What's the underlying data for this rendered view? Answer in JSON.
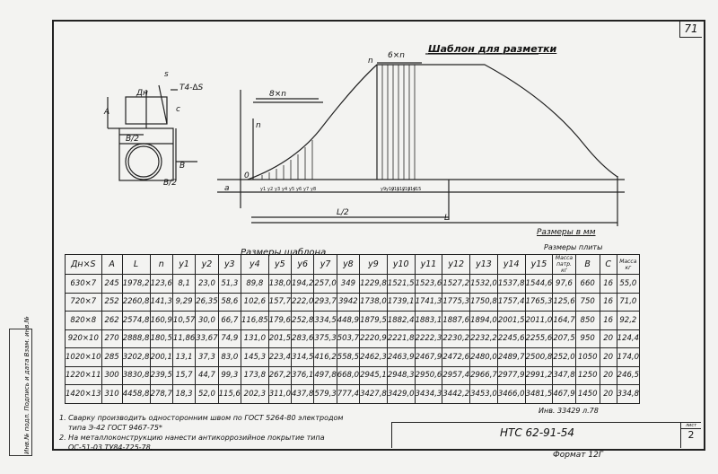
{
  "page_number": "71",
  "template_title": "Шаблон для разметки",
  "sizes_in_mm": "Размеры в мм",
  "drawing_labels": {
    "s": "s",
    "dn": "Дн",
    "weld": "T4-∆S",
    "c": "c",
    "a": "A",
    "b": "B",
    "b_half": "B/2",
    "b_half_top": "B/2",
    "eight_n": "8×n",
    "six_n": "6×n",
    "n1": "n",
    "n2": "n",
    "zero": "0",
    "a_dim": "a",
    "l_half": "L/2",
    "l": "L",
    "y_left": [
      "y1",
      "y2",
      "y3",
      "y4",
      "y5",
      "y6",
      "y7",
      "y8"
    ],
    "y_right": [
      "y9",
      "y10",
      "y11",
      "y12",
      "y13",
      "y14",
      "y15"
    ]
  },
  "table": {
    "title": "Размеры шаблона",
    "plate_title": "Размеры плиты",
    "headers": [
      "Дн×S",
      "A",
      "L",
      "n",
      "y1",
      "y2",
      "y3",
      "y4",
      "y5",
      "y6",
      "y7",
      "y8",
      "y9",
      "y10",
      "y11",
      "y12",
      "y13",
      "y14",
      "y15",
      "Масса патр. кг",
      "B",
      "C",
      "Масса кг"
    ],
    "rows": [
      [
        "630×7",
        "245",
        "1978,2",
        "123,6",
        "8,1",
        "23,0",
        "51,3",
        "89,8",
        "138,0",
        "194,2",
        "257,0",
        "349",
        "1229,8",
        "1521,5",
        "1523,6",
        "1527,2",
        "1532,0",
        "1537,8",
        "1544,6",
        "97,6",
        "660",
        "16",
        "55,0"
      ],
      [
        "720×7",
        "252",
        "2260,8",
        "141,3",
        "9,29",
        "26,35",
        "58,6",
        "102,6",
        "157,7",
        "222,0",
        "293,7",
        "3942",
        "1738,0",
        "1739,1",
        "1741,3",
        "1775,3",
        "1750,8",
        "1757,4",
        "1765,3",
        "125,6",
        "750",
        "16",
        "71,0"
      ],
      [
        "820×8",
        "262",
        "2574,8",
        "160,9",
        "10,57",
        "30,0",
        "66,7",
        "116,85",
        "179,6",
        "252,8",
        "334,5",
        "448,9",
        "1879,5",
        "1882,4",
        "1883,1",
        "1887,6",
        "1894,0",
        "2001,5",
        "2011,0",
        "164,7",
        "850",
        "16",
        "92,2"
      ],
      [
        "920×10",
        "270",
        "2888,8",
        "180,5",
        "11,86",
        "33,67",
        "74,9",
        "131,0",
        "201,5",
        "283,6",
        "375,3",
        "503,7",
        "2220,9",
        "2221,8",
        "2222,3",
        "2230,2",
        "2232,2",
        "2245,6",
        "2255,6",
        "207,5",
        "950",
        "20",
        "124,4"
      ],
      [
        "1020×10",
        "285",
        "3202,8",
        "200,1",
        "13,1",
        "37,3",
        "83,0",
        "145,3",
        "223,4",
        "314,5",
        "416,2",
        "558,5",
        "2462,3",
        "2463,9",
        "2467,9",
        "2472,6",
        "2480,0",
        "2489,7",
        "2500,8",
        "252,0",
        "1050",
        "20",
        "174,0"
      ],
      [
        "1220×11",
        "300",
        "3830,8",
        "239,5",
        "15,7",
        "44,7",
        "99,3",
        "173,8",
        "267,2",
        "376,1",
        "497,8",
        "668,0",
        "2945,1",
        "2948,3",
        "2950,6",
        "2957,4",
        "2966,7",
        "2977,9",
        "2991,2",
        "347,8",
        "1250",
        "20",
        "246,5"
      ],
      [
        "1420×13",
        "310",
        "4458,8",
        "278,7",
        "18,3",
        "52,0",
        "115,6",
        "202,3",
        "311,0",
        "437,8",
        "579,3",
        "777,4",
        "3427,8",
        "3429,0",
        "3434,3",
        "3442,2",
        "3453,0",
        "3466,0",
        "3481,5",
        "467,9",
        "1450",
        "20",
        "334,8"
      ]
    ]
  },
  "notes": [
    "1. Сварку производить односторонним швом по ГОСТ 5264-80 электродом",
    "типа Э-42 ГОСТ 9467-75*",
    "2. На металлоконструкцию нанести антикоррозийное покрытие типа",
    "ОС-51-03 ТУ84-725-78."
  ],
  "inventory_stamp": "Инв. 33429 л.78",
  "doc_code": "НТС 62-91-54",
  "sheet_label": "лист",
  "sheet_number": "2",
  "format": "Формат 12Г",
  "sidebar_text": "Инв.№ подл. Подпись и дата Взам. инв.№"
}
